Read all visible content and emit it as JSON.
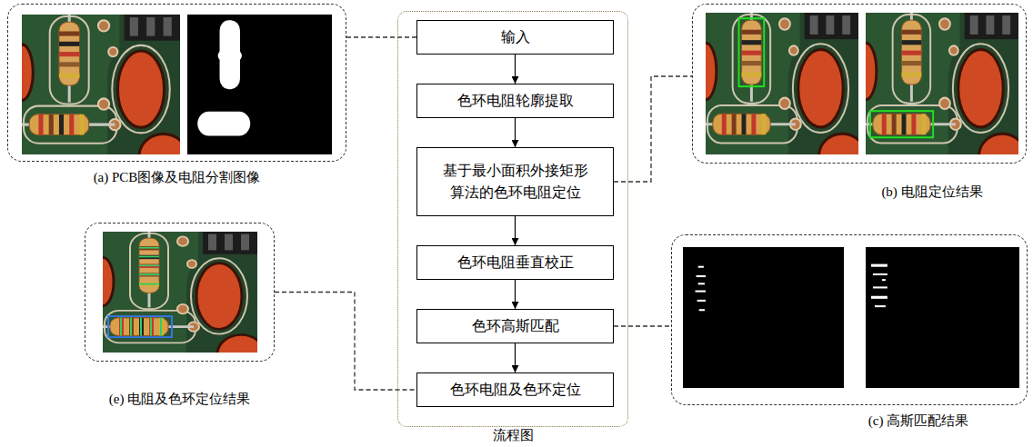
{
  "diagram": {
    "nodes": [
      {
        "text": [
          "(a) PCB图像及电阻分割图像"
        ]
      },
      {
        "text": [
          "流程图"
        ]
      },
      {
        "text": [
          "输入"
        ],
        "in": 1
      },
      {
        "text": [
          "色环电阻轮廓提取"
        ],
        "in": 1
      },
      {
        "text": [
          "基于最小面积外接矩形算法的色环电阻定位"
        ],
        "in": 1
      },
      {
        "text": [
          "色环电阻垂直校正"
        ],
        "in": 1
      },
      {
        "text": [
          "色环高斯匹配"
        ],
        "in": 1
      },
      {
        "text": [
          "色环电阻及色环定位"
        ],
        "in": 1
      },
      {
        "text": [
          "(b) 电阻定位结果"
        ]
      },
      {
        "text": [
          "(e) 电阻及色环定位结果"
        ]
      },
      {
        "text": [
          "(c) 高斯匹配结果"
        ]
      }
    ],
    "edges": [
      {
        "from": 2,
        "to": 3,
        "arrow": "to"
      },
      {
        "from": 3,
        "to": 4,
        "arrow": "to"
      },
      {
        "from": 4,
        "to": 5,
        "arrow": "to"
      },
      {
        "from": 5,
        "to": 6,
        "arrow": "to"
      },
      {
        "from": 6,
        "to": 7,
        "arrow": "to"
      },
      {
        "from": 0,
        "to": 2,
        "arrow": "none"
      },
      {
        "from": 4,
        "to": 8,
        "arrow": "none"
      },
      {
        "from": 6,
        "to": 10,
        "arrow": "none"
      },
      {
        "from": 9,
        "to": 7,
        "arrow": "none"
      }
    ]
  }
}
